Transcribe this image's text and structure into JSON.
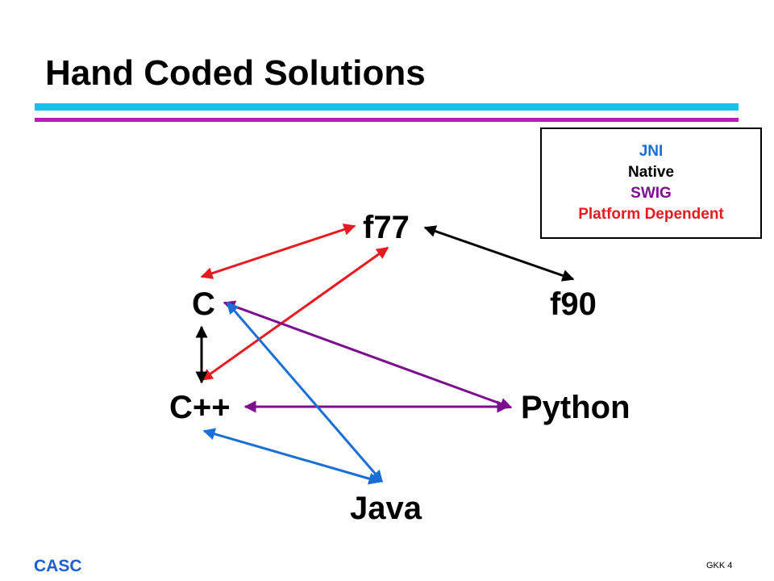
{
  "title": "Hand Coded Solutions",
  "legend": {
    "items": [
      {
        "label": "JNI",
        "color": "#1a6fd6"
      },
      {
        "label": "Native",
        "color": "#000000"
      },
      {
        "label": "SWIG",
        "color": "#7b0f8f"
      },
      {
        "label": "Platform Dependent",
        "color": "#e8191f"
      }
    ]
  },
  "nodes": {
    "f77": "f77",
    "f90": "f90",
    "c": "C",
    "cpp": "C++",
    "python": "Python",
    "java": "Java"
  },
  "edges": [
    {
      "from": "C",
      "to": "f77",
      "type": "Platform Dependent",
      "color": "#e8191f",
      "direction": "both"
    },
    {
      "from": "C++",
      "to": "f77",
      "type": "Platform Dependent",
      "color": "#e8191f",
      "direction": "both"
    },
    {
      "from": "f77",
      "to": "f90",
      "type": "Native",
      "color": "#000000",
      "direction": "both"
    },
    {
      "from": "C",
      "to": "C++",
      "type": "Native",
      "color": "#000000",
      "direction": "both"
    },
    {
      "from": "C",
      "to": "Python",
      "type": "SWIG",
      "color": "#7b0f8f",
      "direction": "both"
    },
    {
      "from": "C++",
      "to": "Python",
      "type": "SWIG",
      "color": "#7b0f8f",
      "direction": "both"
    },
    {
      "from": "C",
      "to": "Java",
      "type": "JNI",
      "color": "#1a6fd6",
      "direction": "both"
    },
    {
      "from": "C++",
      "to": "Java",
      "type": "JNI",
      "color": "#1a6fd6",
      "direction": "both"
    }
  ],
  "footer": {
    "left": "CASC",
    "right": "GKK 4"
  }
}
